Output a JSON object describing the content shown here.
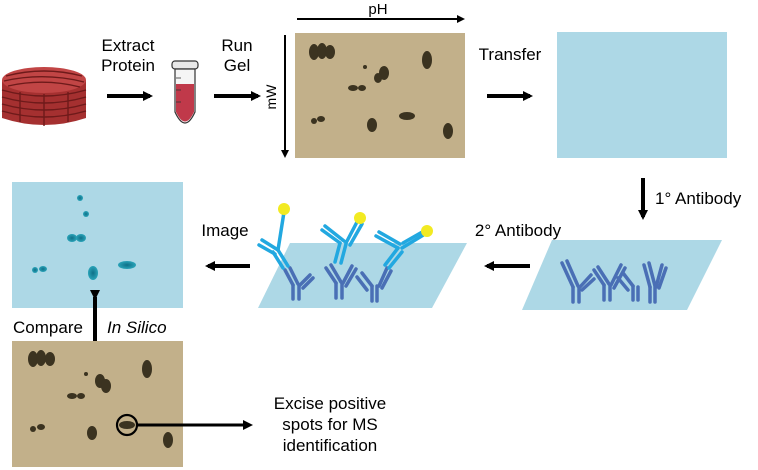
{
  "labels": {
    "extract_line1": "Extract",
    "extract_line2": "Protein",
    "run_line1": "Run",
    "run_line2": "Gel",
    "ph_axis": "pH",
    "mw_axis": "mW",
    "transfer": "Transfer",
    "primary_antibody": "1° Antibody",
    "secondary_antibody": "2° Antibody",
    "image": "Image",
    "compare": "Compare",
    "in_silico": "In Silico",
    "excise_line1": "Excise positive",
    "excise_line2": "spots for MS",
    "excise_line3": "identification"
  },
  "colors": {
    "gel": "#c2b08a",
    "spot": "#3b3320",
    "membrane": "#add8e6",
    "image_bg": "#add8e6",
    "image_spot": "#1a8aa0",
    "primary_ab": "#4a6fb5",
    "secondary_ab": "#22a8e0",
    "conjugate": "#f2ea22",
    "muscle": "#b83a3a",
    "arrow": "#000000"
  },
  "icons": {
    "muscle": "muscle-tissue-icon",
    "tube": "sample-tube-icon"
  }
}
